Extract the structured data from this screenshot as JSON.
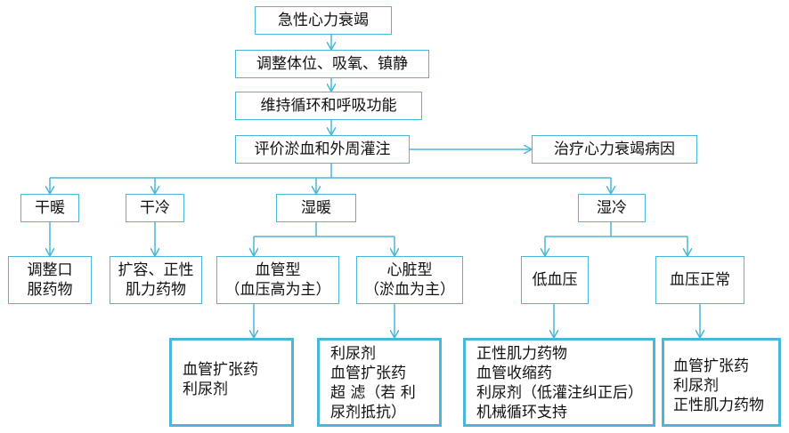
{
  "colors": {
    "border": "#4ab6d8",
    "line": "#4ab6d8",
    "text": "#111111"
  },
  "nodes": {
    "root": "急性心力衰竭",
    "step1": "调整体位、吸氧、镇静",
    "step2": "维持循环和呼吸功能",
    "step3": "评价淤血和外周灌注",
    "cause": "治疗心力衰竭病因",
    "dry_warm": "干暖",
    "dry_cold": "干冷",
    "wet_warm": "湿暖",
    "wet_cold": "湿冷",
    "dry_warm_tx": "调整口\n服药物",
    "dry_cold_tx": "扩容、正性\n肌力药物",
    "vascular": "血管型\n（血压高为主）",
    "cardiac": "心脏型\n（淤血为主）",
    "low_bp": "低血压",
    "normal_bp": "血压正常",
    "vascular_tx": "血管扩张药\n利尿剂",
    "cardiac_tx": "利尿剂\n血管扩张药\n超 滤（若 利\n尿剂抵抗）",
    "low_bp_tx": "正性肌力药物\n血管收缩药\n利尿剂（低灌注纠正后）\n机械循环支持",
    "normal_bp_tx": "血管扩张药\n利尿剂\n正性肌力药物"
  }
}
